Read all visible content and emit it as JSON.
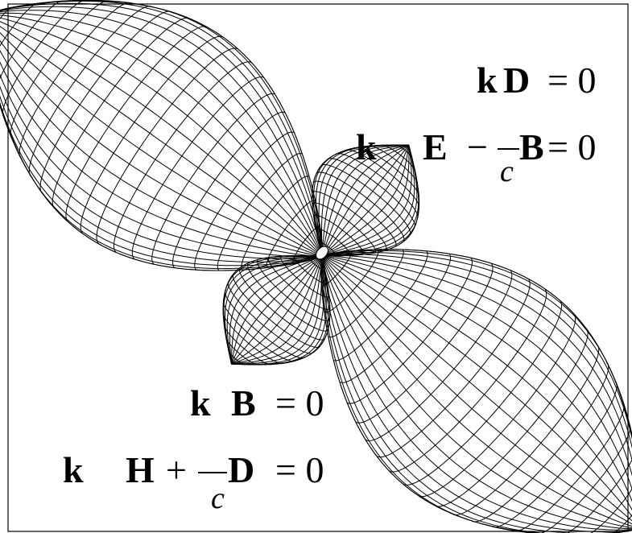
{
  "equations": {
    "eq1": {
      "k": "k",
      "field": "D",
      "rhs": "= 0"
    },
    "eq2": {
      "k": "k",
      "field": "E",
      "op": "−",
      "c": "c",
      "field2": "B",
      "rhs": "= 0"
    },
    "eq3": {
      "k": "k",
      "field": "B",
      "rhs": "= 0"
    },
    "eq4": {
      "k": "k",
      "field": "H",
      "op": "+",
      "c": "c",
      "field2": "D",
      "rhs": "= 0"
    }
  },
  "colors": {
    "line": "#000000",
    "background": "#ffffff"
  }
}
